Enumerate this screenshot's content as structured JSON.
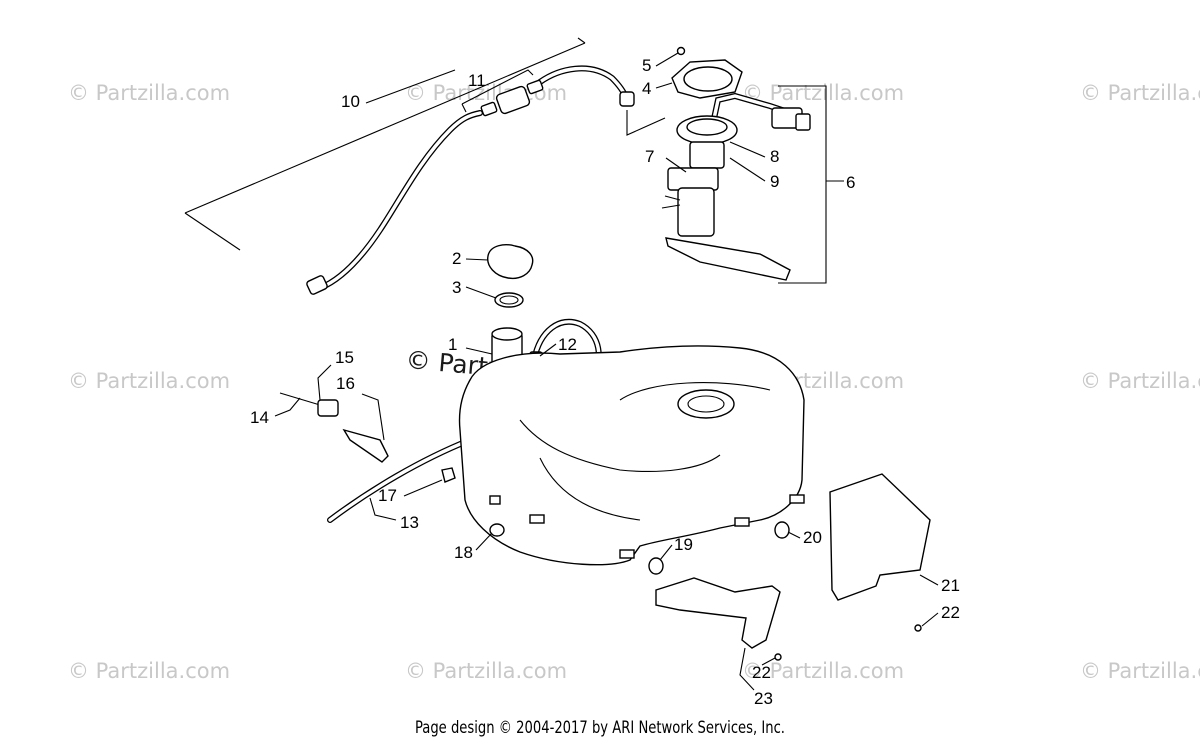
{
  "watermark": {
    "text": "© Partzilla.com",
    "center_text": "© Partzilla.com"
  },
  "callouts": [
    "1",
    "2",
    "3",
    "4",
    "5",
    "6",
    "7",
    "8",
    "9",
    "10",
    "11",
    "12",
    "13",
    "14",
    "15",
    "16",
    "17",
    "18",
    "19",
    "20",
    "21",
    "22",
    "22",
    "23"
  ],
  "footer": "Page design © 2004-2017 by ARI Network Services, Inc."
}
